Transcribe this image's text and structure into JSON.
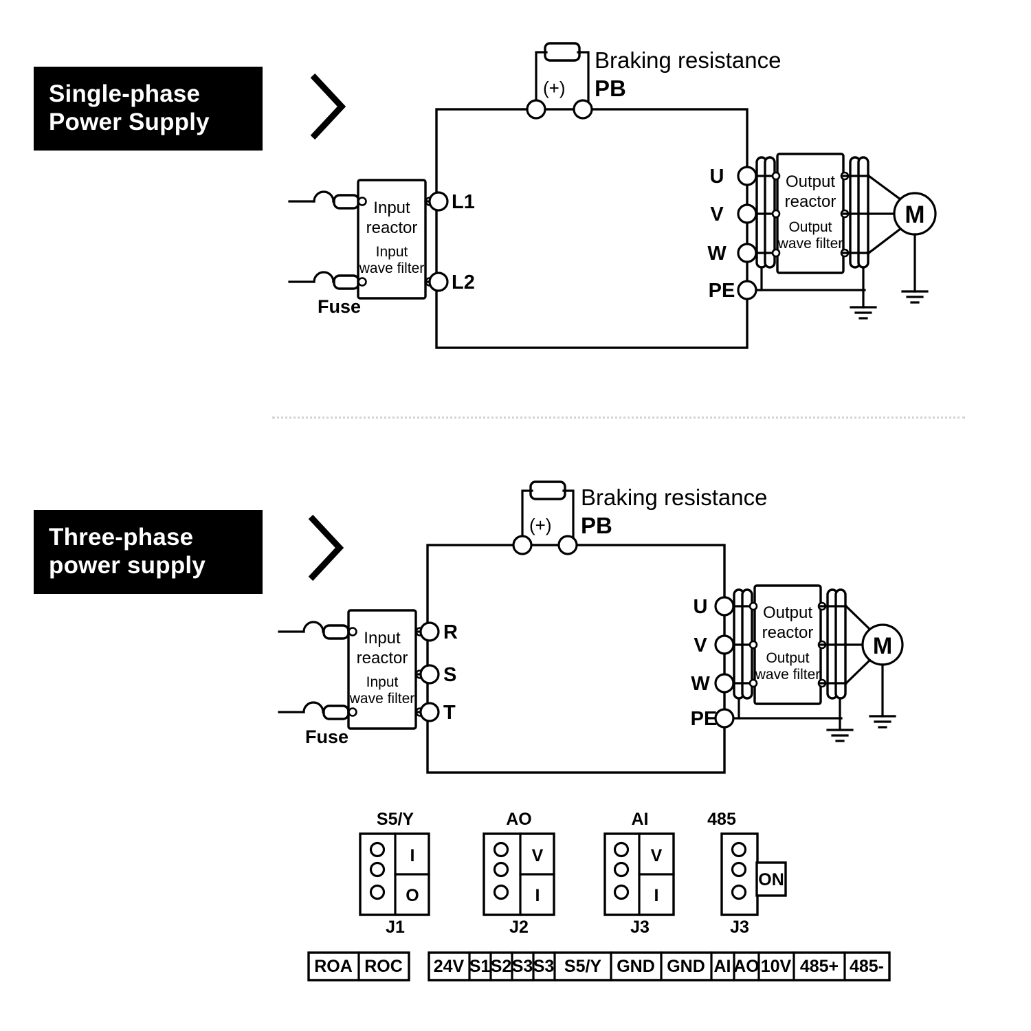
{
  "page": {
    "title": "Inverter wiring diagram",
    "background": "#ffffff",
    "line_color": "#000000",
    "divider_color": "#d2d2d2"
  },
  "sections": [
    {
      "id": "single-phase",
      "badge": {
        "line1": "Single-phase",
        "line2": "Power Supply"
      },
      "fuse_label": "Fuse",
      "input_block": {
        "line1": "Input",
        "line2": "reactor",
        "line3": "Input",
        "line4": "wave filter"
      },
      "input_terminals": [
        "L1",
        "L2"
      ],
      "braking": {
        "title": "Braking resistance",
        "pb": "PB",
        "plus": "(+)"
      },
      "output_terminals": [
        "U",
        "V",
        "W",
        "PE"
      ],
      "output_block": {
        "line1": "Output",
        "line2": "reactor",
        "line3": "Output",
        "line4": "wave filter"
      },
      "motor_label": "M"
    },
    {
      "id": "three-phase",
      "badge": {
        "line1": "Three-phase",
        "line2": "power supply"
      },
      "fuse_label": "Fuse",
      "input_block": {
        "line1": "Input",
        "line2": "reactor",
        "line3": "Input",
        "line4": "wave filter"
      },
      "input_terminals": [
        "R",
        "S",
        "T"
      ],
      "braking": {
        "title": "Braking resistance",
        "pb": "PB",
        "plus": "(+)"
      },
      "output_terminals": [
        "U",
        "V",
        "W",
        "PE"
      ],
      "output_block": {
        "line1": "Output",
        "line2": "reactor",
        "line3": "Output",
        "line4": "wave filter"
      },
      "motor_label": "M"
    }
  ],
  "jumpers": [
    {
      "title": "S5/Y",
      "name": "J1",
      "options": [
        "I",
        "O"
      ],
      "pins": 3,
      "style": "two-option"
    },
    {
      "title": "AO",
      "name": "J2",
      "options": [
        "V",
        "I"
      ],
      "pins": 3,
      "style": "two-option"
    },
    {
      "title": "AI",
      "name": "J3",
      "options": [
        "V",
        "I"
      ],
      "pins": 3,
      "style": "two-option"
    },
    {
      "title": "485",
      "name": "J3",
      "options": [
        "ON"
      ],
      "pins": 3,
      "style": "switch"
    }
  ],
  "terminal_strips": [
    {
      "id": "relay",
      "terminals": [
        "ROA",
        "ROC"
      ]
    },
    {
      "id": "control",
      "terminals": [
        "24V",
        "S1",
        "S2",
        "S3",
        "S3",
        "S5/Y",
        "GND",
        "GND",
        "AI",
        "AO",
        "10V",
        "485+",
        "485-"
      ]
    }
  ]
}
